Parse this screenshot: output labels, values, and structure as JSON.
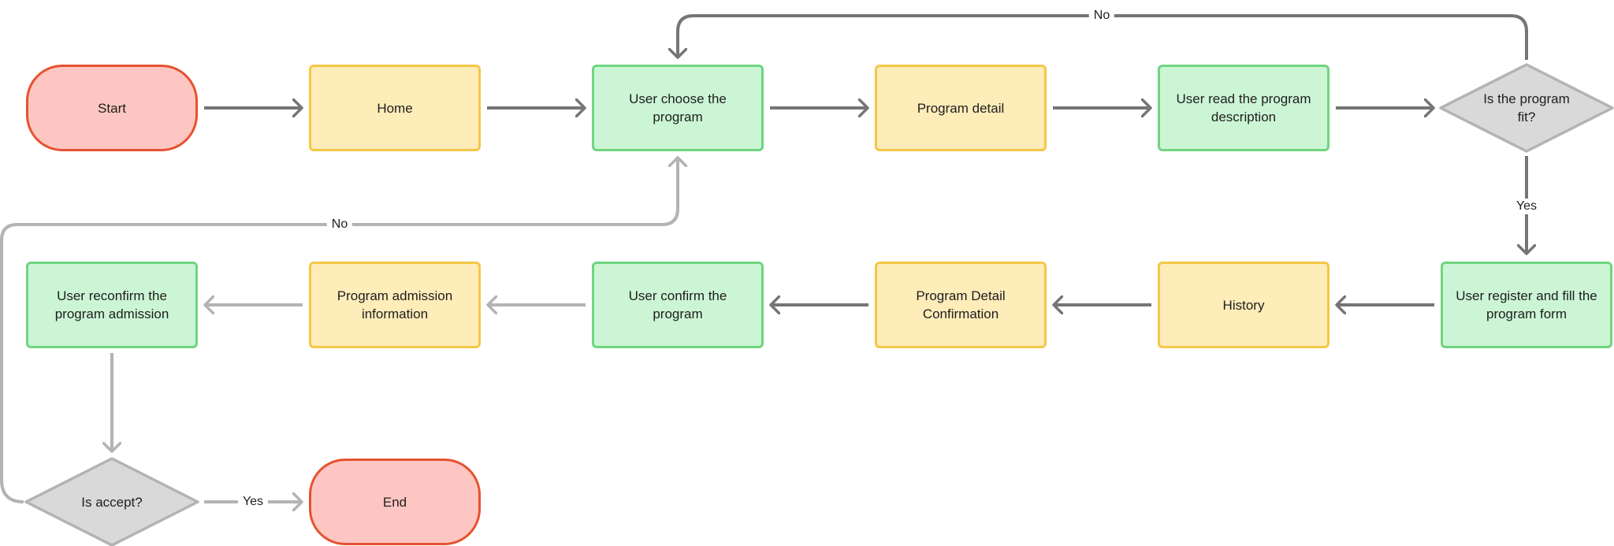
{
  "nodes": {
    "start": "Start",
    "home": "Home",
    "choose_program": "User choose the program",
    "program_detail": "Program detail",
    "read_description": "User read the program description",
    "is_program_fit": "Is the program fit?",
    "register_fill_form": "User register and fill the program form",
    "history": "History",
    "program_detail_confirmation": "Program Detail Confirmation",
    "confirm_program": "User confirm the program",
    "admission_information": "Program admission information",
    "reconfirm_admission": "User reconfirm the program admission",
    "is_accept": "Is accept?",
    "end": "End"
  },
  "edge_labels": {
    "fit_no": "No",
    "fit_yes": "Yes",
    "accept_no": "No",
    "accept_yes": "Yes"
  },
  "colors": {
    "terminal_fill": "#fec6c2",
    "terminal_border": "#e5522f",
    "page_fill": "#feecb9",
    "page_border": "#f4c846",
    "action_fill": "#ccf5d5",
    "action_border": "#6fd57f",
    "decision_fill": "#d9d9d9",
    "decision_border": "#b3b3b3",
    "connector_dark": "#757575",
    "connector_light": "#b3b3b3"
  }
}
